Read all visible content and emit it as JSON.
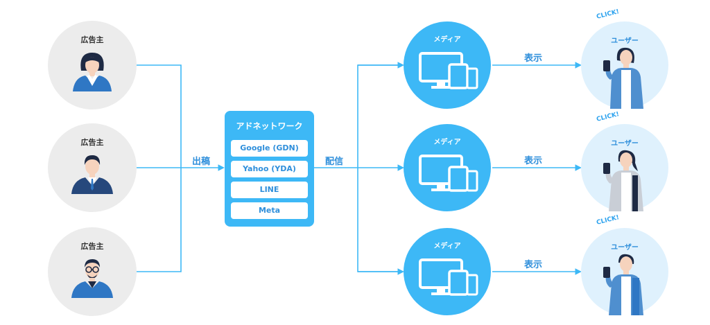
{
  "advertisers": [
    {
      "label": "広告主"
    },
    {
      "label": "広告主"
    },
    {
      "label": "広告主"
    }
  ],
  "submit_label": "出稿",
  "ad_network": {
    "title": "アドネットワーク",
    "platforms": [
      "Google (GDN)",
      "Yahoo (YDA)",
      "LINE",
      "Meta"
    ]
  },
  "deliver_label": "配信",
  "media": [
    {
      "label": "メディア"
    },
    {
      "label": "メディア"
    },
    {
      "label": "メディア"
    }
  ],
  "display_label": "表示",
  "users": [
    {
      "label": "ユーザー",
      "click": "CLICK!"
    },
    {
      "label": "ユーザー",
      "click": "CLICK!"
    },
    {
      "label": "ユーザー",
      "click": "CLICK!"
    }
  ],
  "colors": {
    "accent": "#3db8f6",
    "line": "#3db8f6",
    "advertiser_bg": "#ececec",
    "user_bg": "#dff1fd",
    "label_blue": "#2f8fdb"
  }
}
